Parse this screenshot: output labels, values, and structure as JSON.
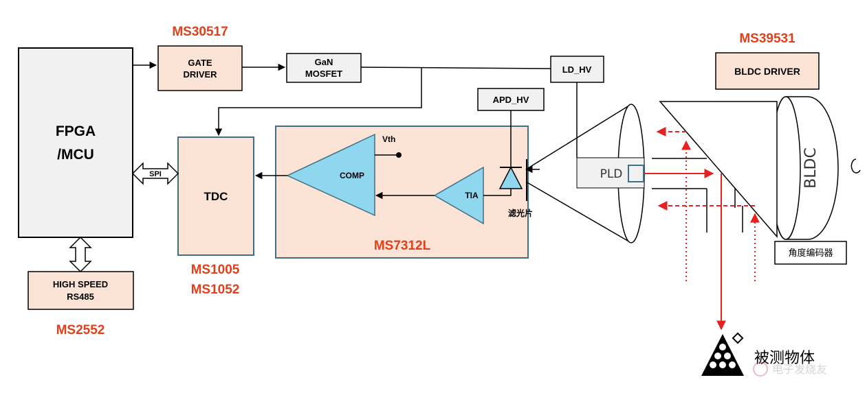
{
  "blocks": {
    "fpga": [
      "FPGA",
      "/MCU"
    ],
    "gate_driver": [
      "GATE",
      "DRIVER"
    ],
    "gan_mosfet": [
      "GaN",
      "MOSFET"
    ],
    "ld_hv": "LD_HV",
    "apd_hv": "APD_HV",
    "tdc": "TDC",
    "rs485": [
      "HIGH SPEED",
      "RS485"
    ],
    "bldc_driver": "BLDC DRIVER",
    "spi": "SPI",
    "comp": "COMP",
    "vth": "Vth",
    "tia": "TIA",
    "filter": "滤光片",
    "pld": "PLD",
    "bldc": "BLDC",
    "encoder": "角度编码器",
    "target": "被测物体"
  },
  "part_numbers": {
    "gate_driver": "MS30517",
    "bldc_driver": "MS39531",
    "tdc": [
      "MS1005",
      "MS1052"
    ],
    "rs485": "MS2552",
    "receiver": "MS7312L"
  },
  "watermark": "电子发烧友",
  "colors": {
    "block_fill": "#fbe3d5",
    "block_border": "#3f6f86",
    "part_number": "#e0401c",
    "amplifier_fill": "#8fd6ef",
    "fpga_fill": "#f1f1f1",
    "laser": "#e52222"
  }
}
